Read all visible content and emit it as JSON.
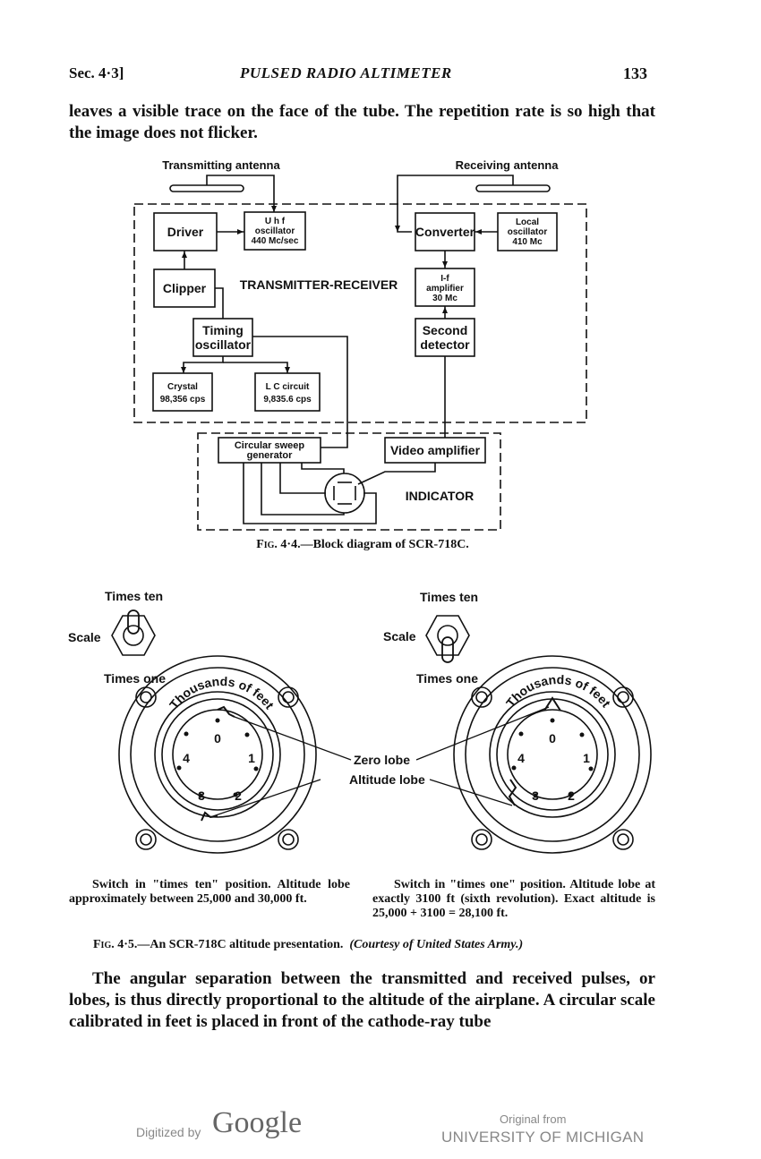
{
  "header": {
    "section": "Sec. 4·3]",
    "running_title": "PULSED RADIO ALTIMETER",
    "page_number": "133"
  },
  "para1": "leaves a visible trace on the face of the tube. The repetition rate is so high that the image does not flicker.",
  "fig44": {
    "caption_label": "Fig. 4·4.",
    "caption_text": "—Block diagram of SCR-718C.",
    "tx_antenna": "Transmitting antenna",
    "rx_antenna": "Receiving antenna",
    "driver": "Driver",
    "uhf": [
      "U h f",
      "oscillator",
      "440 Mc/sec"
    ],
    "clipper": "Clipper",
    "transmitter_receiver": "TRANSMITTER-RECEIVER",
    "timing": [
      "Timing",
      "oscillator"
    ],
    "crystal": [
      "Crystal",
      "98,356 cps"
    ],
    "lc": [
      "L C circuit",
      "9,835.6 cps"
    ],
    "converter": "Converter",
    "local_osc": [
      "Local",
      "oscillator",
      "410 Mc"
    ],
    "if_amp": [
      "I-f",
      "amplifier",
      "30 Mc"
    ],
    "second_det": [
      "Second",
      "detector"
    ],
    "sweep_gen": [
      "Circular sweep",
      "generator"
    ],
    "video_amp": "Video amplifier",
    "indicator": "INDICATOR"
  },
  "fig45": {
    "times_ten": "Times ten",
    "times_one": "Times one",
    "scale": "Scale",
    "dial_text": "Thousands of feet",
    "dial_numbers": [
      "0",
      "1",
      "2",
      "3",
      "4"
    ],
    "zero_lobe": "Zero lobe",
    "altitude_lobe": "Altitude lobe",
    "left_caption": "Switch in \"times ten\" position. Altitude lobe approximately between 25,000 and 30,000 ft.",
    "right_caption": "Switch in \"times one\" position. Altitude lobe at exactly 3100 ft (sixth revolution). Exact altitude is 25,000 + 3100 = 28,100 ft.",
    "caption_label": "Fig. 4·5.",
    "caption_text": "—An SCR-718C altitude presentation.",
    "caption_credit": "(Courtesy of United States Army.)"
  },
  "para2": "The angular separation between the transmitted and received pulses, or lobes, is thus directly proportional to the altitude of the airplane. A circular scale calibrated in feet is placed in front of the cathode-ray tube",
  "footer": {
    "digitized_by": "Digitized by",
    "google": "Google",
    "original_from": "Original from",
    "institution": "UNIVERSITY OF MICHIGAN"
  }
}
